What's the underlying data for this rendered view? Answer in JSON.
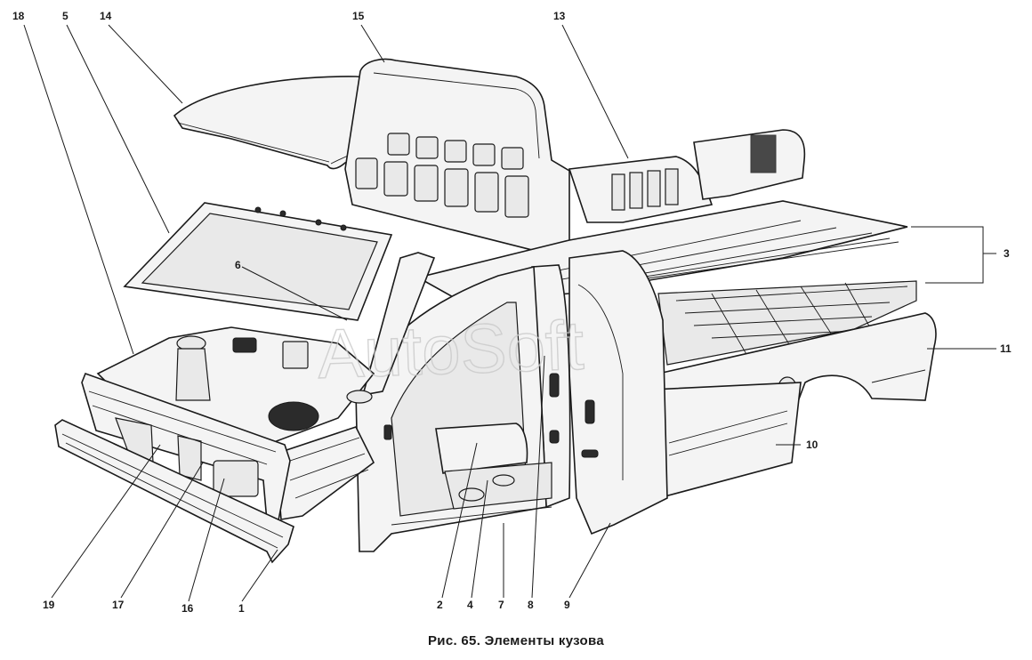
{
  "caption": "Рис. 65. Элементы кузова",
  "watermark": "AutoSoft",
  "callouts": {
    "n1": "1",
    "n2": "2",
    "n3": "3",
    "n4": "4",
    "n5": "5",
    "n6": "6",
    "n7": "7",
    "n8": "8",
    "n9": "9",
    "n10": "10",
    "n11": "11",
    "n13": "13",
    "n14": "14",
    "n15": "15",
    "n16": "16",
    "n17": "17",
    "n18": "18",
    "n19": "19"
  }
}
